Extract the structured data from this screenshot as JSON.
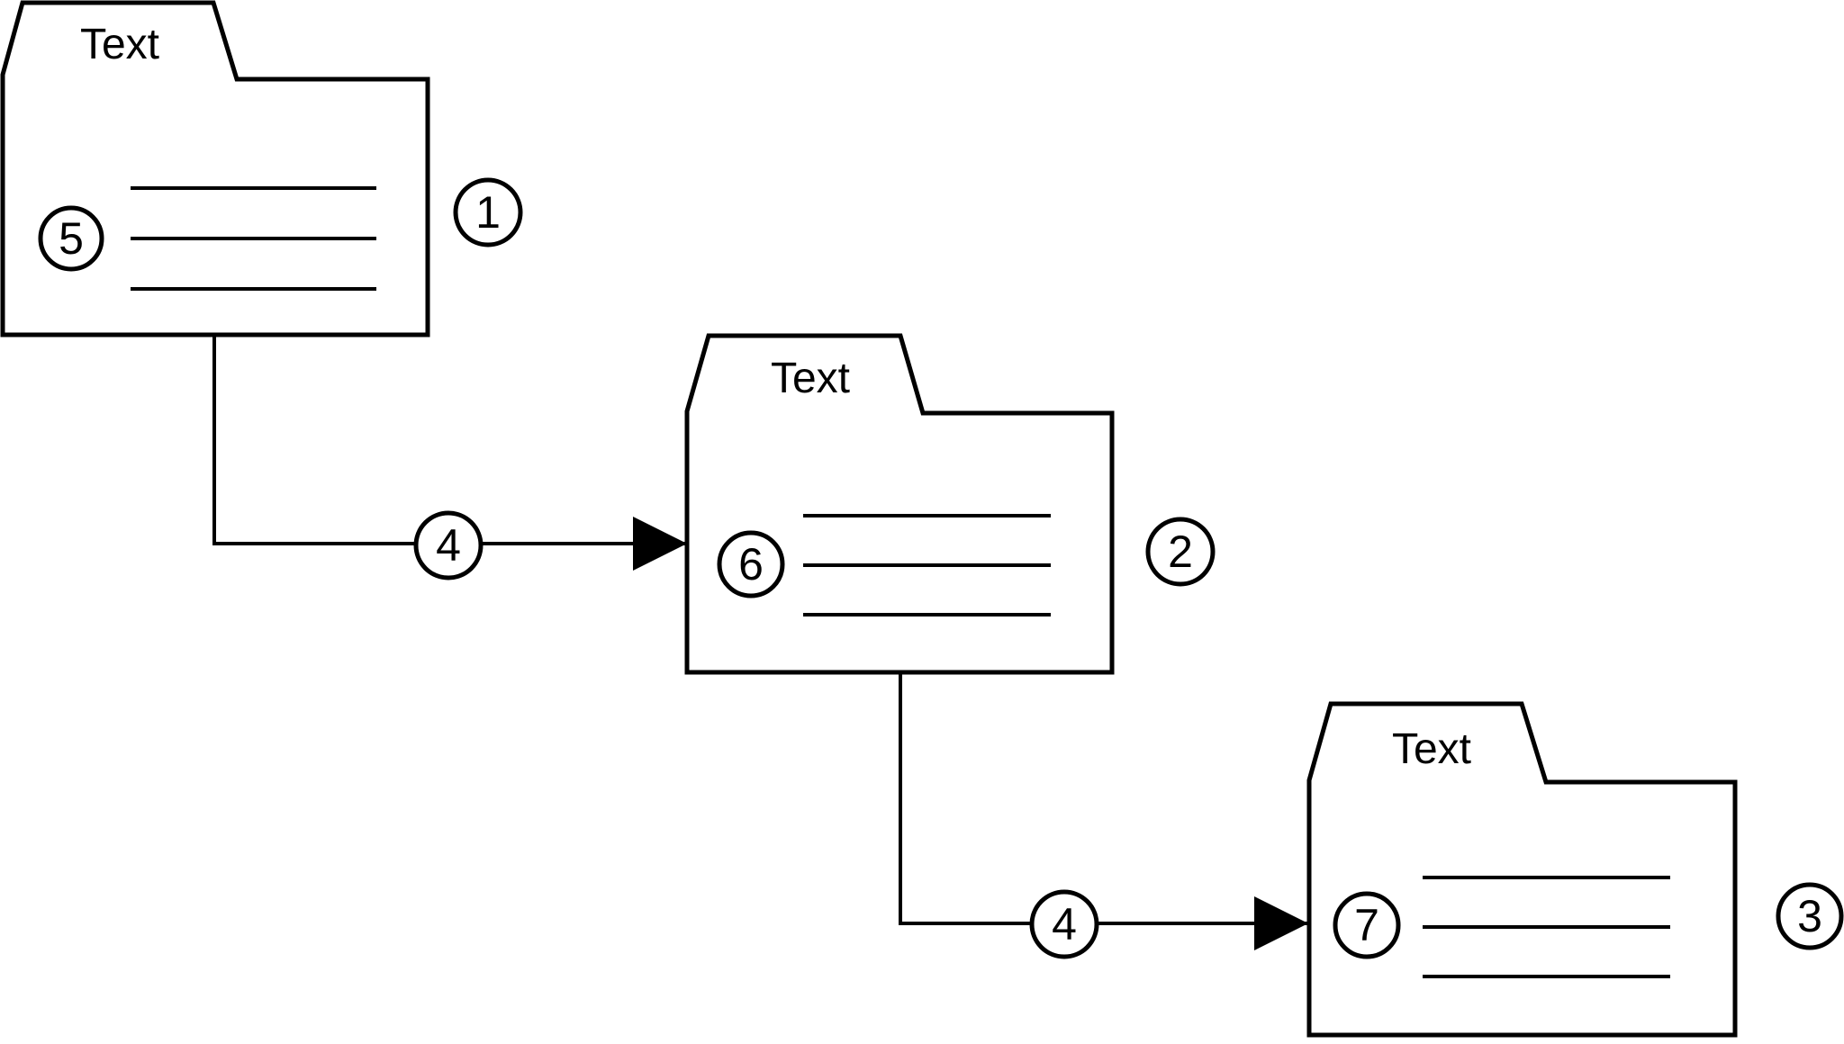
{
  "diagram": {
    "background_color": "#ffffff",
    "stroke_color": "#000000",
    "folders": [
      {
        "tab_label": "Text",
        "inner_badge": "5",
        "outer_badge": "1",
        "placeholder_lines": 3
      },
      {
        "tab_label": "Text",
        "inner_badge": "6",
        "outer_badge": "2",
        "placeholder_lines": 3
      },
      {
        "tab_label": "Text",
        "inner_badge": "7",
        "outer_badge": "3",
        "placeholder_lines": 3
      }
    ],
    "connectors": [
      {
        "from": "1",
        "to": "2",
        "badge": "4"
      },
      {
        "from": "2",
        "to": "3",
        "badge": "4"
      }
    ]
  }
}
